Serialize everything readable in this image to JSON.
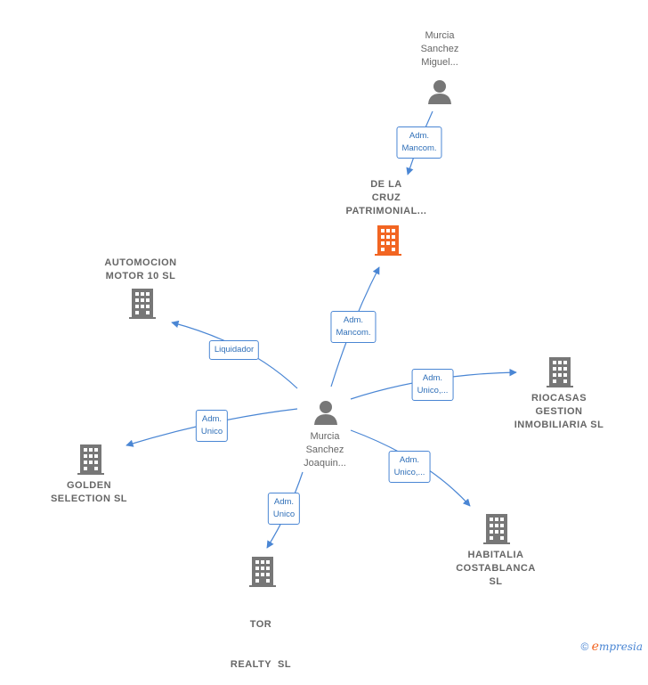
{
  "colors": {
    "edge": "#4a86d4",
    "node_gray": "#777777",
    "node_highlight": "#f26522"
  },
  "nodes": {
    "person_top": {
      "name_lines": [
        "Murcia",
        "Sanchez",
        "Miguel..."
      ],
      "icon": "person-icon"
    },
    "person_center": {
      "name_lines": [
        "Murcia",
        "Sanchez",
        "Joaquin..."
      ],
      "icon": "person-icon"
    },
    "de_la_cruz": {
      "name_lines": [
        "DE LA",
        "CRUZ",
        "PATRIMONIAL..."
      ],
      "icon": "building-icon",
      "highlight": true
    },
    "automocion": {
      "name_lines": [
        "AUTOMOCION",
        "MOTOR 10 SL"
      ],
      "icon": "building-icon"
    },
    "riocasas": {
      "name_lines": [
        "RIOCASAS",
        "GESTION",
        "INMOBILIARIA SL"
      ],
      "icon": "building-icon"
    },
    "golden": {
      "name_lines": [
        "GOLDEN",
        "SELECTION SL"
      ],
      "icon": "building-icon"
    },
    "habitalia": {
      "name_lines": [
        "HABITALIA",
        "COSTABLANCA",
        "SL"
      ],
      "icon": "building-icon"
    },
    "tor": {
      "name_lines": [
        "TOR",
        "REALTY  SL"
      ],
      "icon": "building-icon"
    }
  },
  "edges": {
    "top_to_cruz": [
      "Adm.",
      "Mancom."
    ],
    "center_to_cruz": [
      "Adm.",
      "Mancom."
    ],
    "center_to_automocion": [
      "Liquidador"
    ],
    "center_to_riocasas": [
      "Adm.",
      "Unico,..."
    ],
    "center_to_golden": [
      "Adm.",
      "Unico"
    ],
    "center_to_habitalia": [
      "Adm.",
      "Unico,..."
    ],
    "center_to_tor": [
      "Adm.",
      "Unico"
    ]
  },
  "footer": {
    "copyright": "©",
    "brand_first": "e",
    "brand_rest": "mpresia"
  }
}
